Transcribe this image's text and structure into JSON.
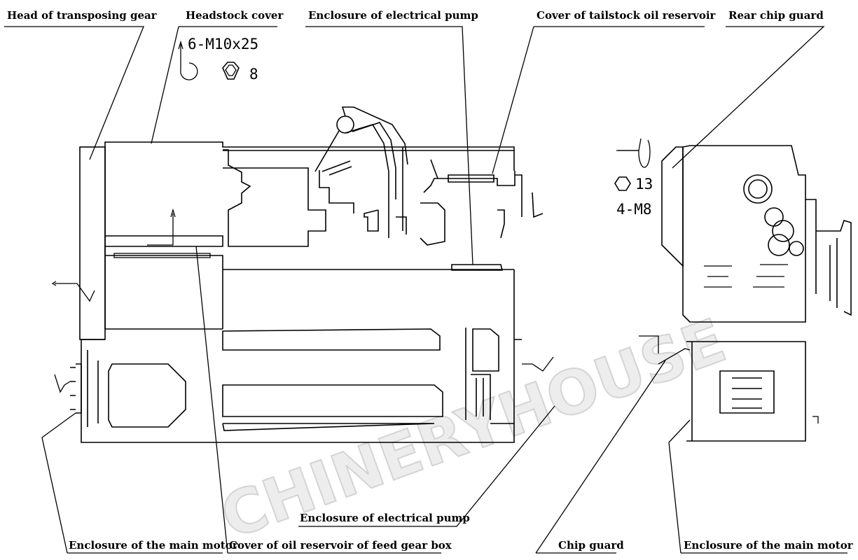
{
  "labels": {
    "head_transposing_gear": "Head of transposing gear",
    "headstock_cover": "Headstock cover",
    "enclosure_pump_top": "Enclosure of electrical pump",
    "tailstock_cover": "Cover of tailstock oil reservoir",
    "rear_chip_guard": "Rear chip guard",
    "enclosure_pump_bottom": "Enclosure of electrical pump",
    "enclosure_main_motor_left": "Enclosure of the main motor",
    "cover_feed_gear_box": "Cover of oil reservoir of feed gear box",
    "chip_guard": "Chip guard",
    "enclosure_main_motor_right": "Enclosure of the main motor"
  },
  "notes": {
    "screw_front": "6-M10x25",
    "wrench_front": "8",
    "wrench_side": "13",
    "screw_side": "4-M8"
  },
  "watermark": "CHINERYHOUSE"
}
